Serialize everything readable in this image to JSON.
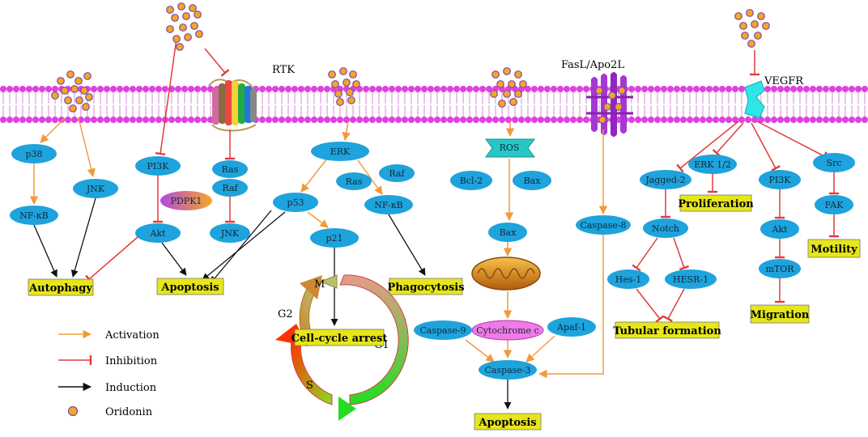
{
  "labels": {
    "rtk": "RTK",
    "fasl": "FasL/Apo2L",
    "vegfr": "VEGFR"
  },
  "nodes": {
    "p38": "p38",
    "jnk_left": "JNK",
    "nfkb_left": "NF-κB",
    "pi3k_left": "PI3K",
    "pdpk1": "PDPK1",
    "akt_left": "Akt",
    "ras_rtk": "Ras",
    "raf_rtk": "Raf",
    "jnk_rtk": "JNK",
    "erk_center": "ERK",
    "ras_center": "Ras",
    "raf_center": "Raf",
    "p53": "p53",
    "nfkb_center": "NF-κB",
    "p21": "p21",
    "ros": "ROS",
    "bcl2": "Bcl-2",
    "bax_top": "Bax",
    "bax_mid": "Bax",
    "cytochrome": "Cytochrome c",
    "caspase9": "Caspase-9",
    "apaf1": "Apaf-1",
    "caspase3": "Caspase-3",
    "caspase8": "Caspase-8",
    "jagged2": "Jagged-2",
    "erk12": "ERK 1/2",
    "pi3k_right": "PI3K",
    "src": "Src",
    "notch": "Notch",
    "akt_right": "Akt",
    "fak": "FAK",
    "hes1": "Hes-1",
    "hesr1": "HESR-1",
    "mtor": "mTOR"
  },
  "boxes": {
    "autophagy": "Autophagy",
    "apoptosis_left": "Apoptosis",
    "cell_cycle_arrest": "Cell-cycle arrest",
    "phagocytosis": "Phagocytosis",
    "apoptosis_bottom": "Apoptosis",
    "proliferation": "Proliferation",
    "motility": "Motility",
    "tubular": "Tubular formation",
    "migration": "Migration"
  },
  "cycle": {
    "m": "M",
    "g1": "G1",
    "s": "S",
    "g2": "G2"
  },
  "legend": {
    "activation": "Activation",
    "inhibition": "Inhibition",
    "induction": "Induction",
    "oridonin": "Oridonin"
  },
  "colors": {
    "membrane": "#e040e0",
    "node": "#1ea3dc",
    "box": "#e6e61a",
    "activation": "#f29a3c",
    "inhibition": "#e23a3a",
    "induction": "#111111",
    "oridonin": "#f5a623"
  }
}
